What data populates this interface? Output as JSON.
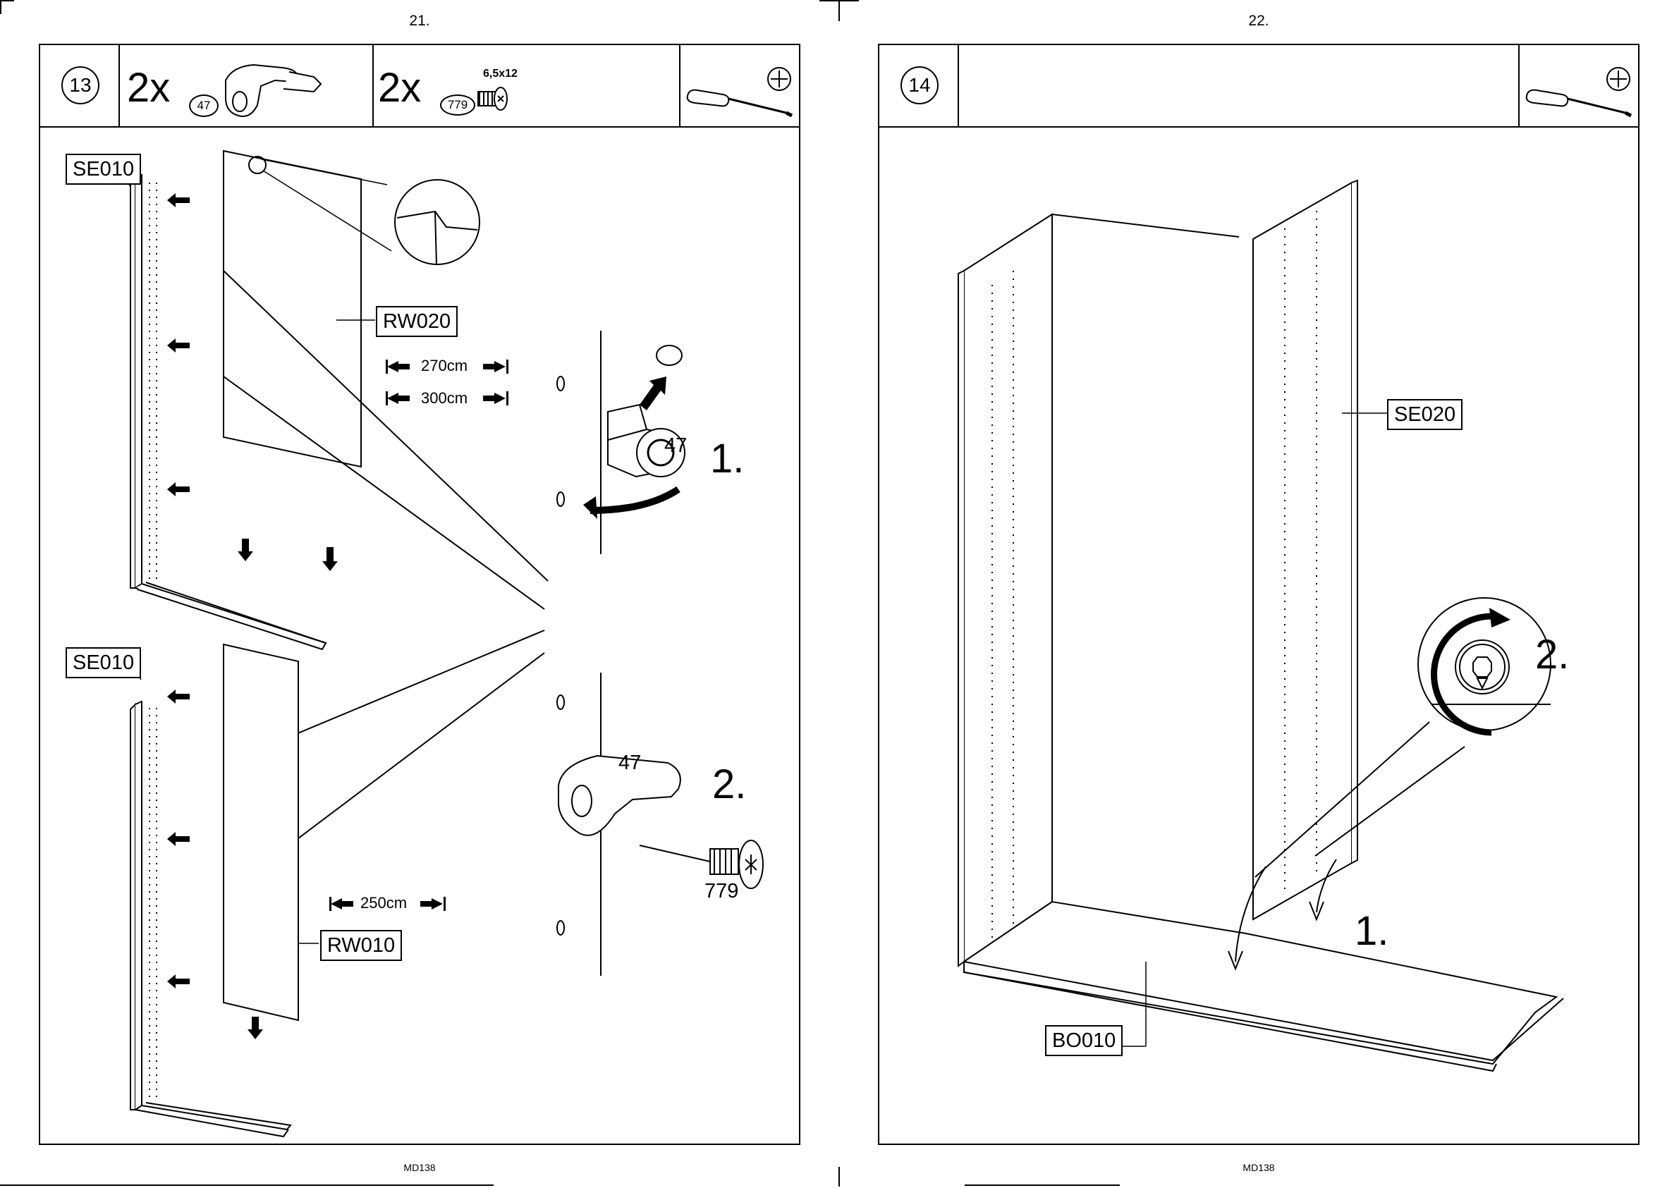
{
  "pages": [
    {
      "number": "21.",
      "footer": "MD138",
      "step_number": "13",
      "parts": [
        {
          "qty": "2x",
          "part_no": "47"
        },
        {
          "qty": "2x",
          "part_no": "779",
          "size": "6,5x12"
        }
      ],
      "tool": "phillips-screwdriver",
      "labels": {
        "se010_top": "SE010",
        "se010_bottom": "SE010",
        "rw020": "RW020",
        "rw010": "RW010"
      },
      "dimensions": {
        "d270": "270cm",
        "d300": "300cm",
        "d250": "250cm"
      },
      "detail": {
        "part_top": "47",
        "step1": "1.",
        "part_bottom": "47",
        "step2": "2.",
        "screw": "779"
      }
    },
    {
      "number": "22.",
      "footer": "MD138",
      "step_number": "14",
      "tool": "phillips-screwdriver",
      "labels": {
        "se020": "SE020",
        "bo010": "BO010"
      },
      "steps": {
        "step1": "1.",
        "step2": "2."
      }
    }
  ]
}
